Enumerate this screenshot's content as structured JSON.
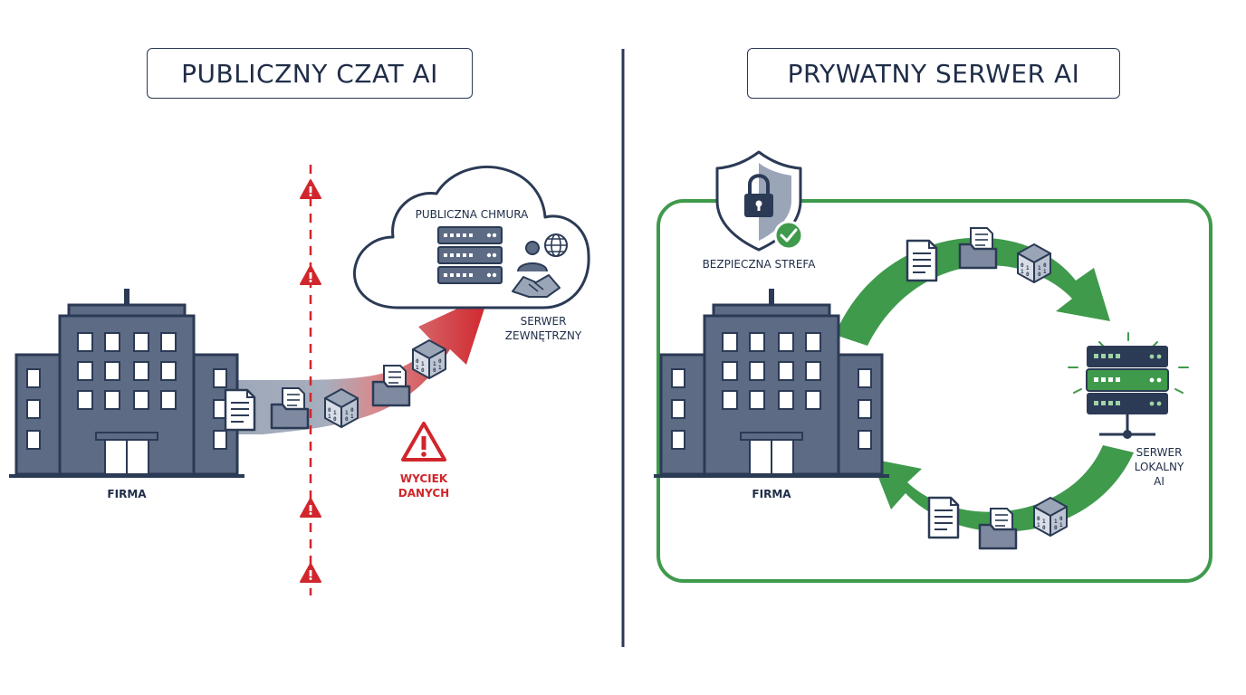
{
  "left_panel": {
    "title": "PUBLICZNY CZAT AI",
    "company_label": "FIRMA",
    "cloud_label": "PUBLICZNA CHMURA",
    "server_label": [
      "SERWER",
      "ZEWNĘTRZNY"
    ],
    "leak_label": [
      "WYCIEK",
      "DANYCH"
    ]
  },
  "right_panel": {
    "title": "PRYWATNY SERWER AI",
    "zone_label": "BEZPIECZNA STREFA",
    "company_label": "FIRMA",
    "server_label": [
      "SERWER",
      "LOKALNY",
      "AI"
    ]
  },
  "colors": {
    "navy": "#2b3a55",
    "building_gray": "#5d6b84",
    "red": "#d0262c",
    "green": "#3f9a4c",
    "light_gray": "#cdd3de"
  },
  "icons": [
    "building-icon",
    "document-icon",
    "folder-icon",
    "data-cube-icon",
    "warning-icon",
    "cloud-icon",
    "server-rack-icon",
    "handshake-icon",
    "globe-icon",
    "shield-lock-icon",
    "check-badge-icon"
  ]
}
